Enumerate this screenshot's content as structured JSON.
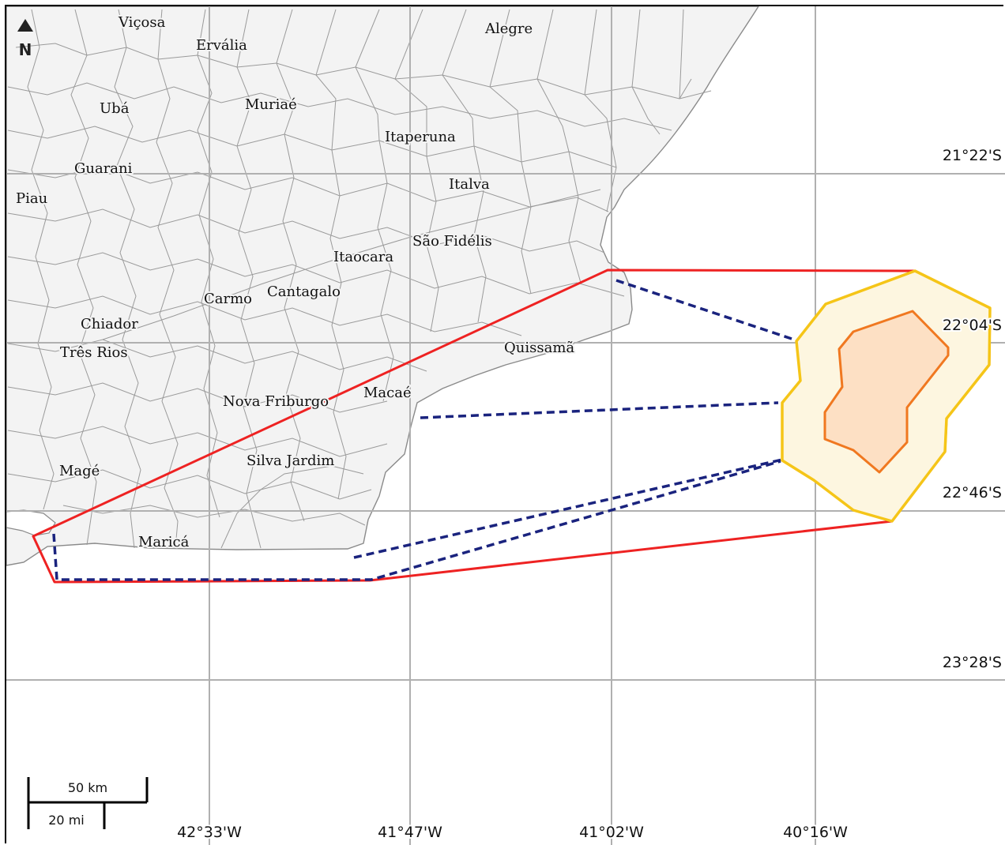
{
  "cities": [
    {
      "id": "vicosa",
      "name": "Viçosa"
    },
    {
      "id": "alegre",
      "name": "Alegre"
    },
    {
      "id": "ervalia",
      "name": "Ervália"
    },
    {
      "id": "uba",
      "name": "Ubá"
    },
    {
      "id": "muriae",
      "name": "Muriaé"
    },
    {
      "id": "itaperuna",
      "name": "Itaperuna"
    },
    {
      "id": "guarani",
      "name": "Guarani"
    },
    {
      "id": "italva",
      "name": "Italva"
    },
    {
      "id": "piau",
      "name": "Piau"
    },
    {
      "id": "sao-fidelis",
      "name": "São Fidélis"
    },
    {
      "id": "itaocara",
      "name": "Itaocara"
    },
    {
      "id": "carmo",
      "name": "Carmo"
    },
    {
      "id": "cantagalo",
      "name": "Cantagalo"
    },
    {
      "id": "chiador",
      "name": "Chiador"
    },
    {
      "id": "quissama",
      "name": "Quissamã"
    },
    {
      "id": "tres-rios",
      "name": "Três Rios"
    },
    {
      "id": "macae",
      "name": "Macaé"
    },
    {
      "id": "nova-friburgo",
      "name": "Nova Friburgo"
    },
    {
      "id": "silva-jardim",
      "name": "Silva Jardim"
    },
    {
      "id": "mage",
      "name": "Magé"
    },
    {
      "id": "marica",
      "name": "Maricá"
    }
  ],
  "grid": {
    "latitudes": [
      "21°22'S",
      "22°04'S",
      "22°46'S",
      "23°28'S"
    ],
    "longitudes": [
      "42°33'W",
      "41°47'W",
      "41°02'W",
      "40°16'W"
    ]
  },
  "scale_bar": {
    "km_label": "50 km",
    "mi_label": "20 mi"
  },
  "north_arrow": {
    "label": "N",
    "icon": "north-arrow-icon"
  },
  "colors": {
    "land": "#f3f3f3",
    "boundary": "#9a9a9a",
    "grid": "#b0b0b0",
    "sector_outline": "#ee2222",
    "dashed_links": "#1a237e",
    "outer_zone_stroke": "#f5c518",
    "outer_zone_fill": "#fdf6e0",
    "inner_zone_stroke": "#f07820",
    "inner_zone_fill": "#fde0c4"
  }
}
